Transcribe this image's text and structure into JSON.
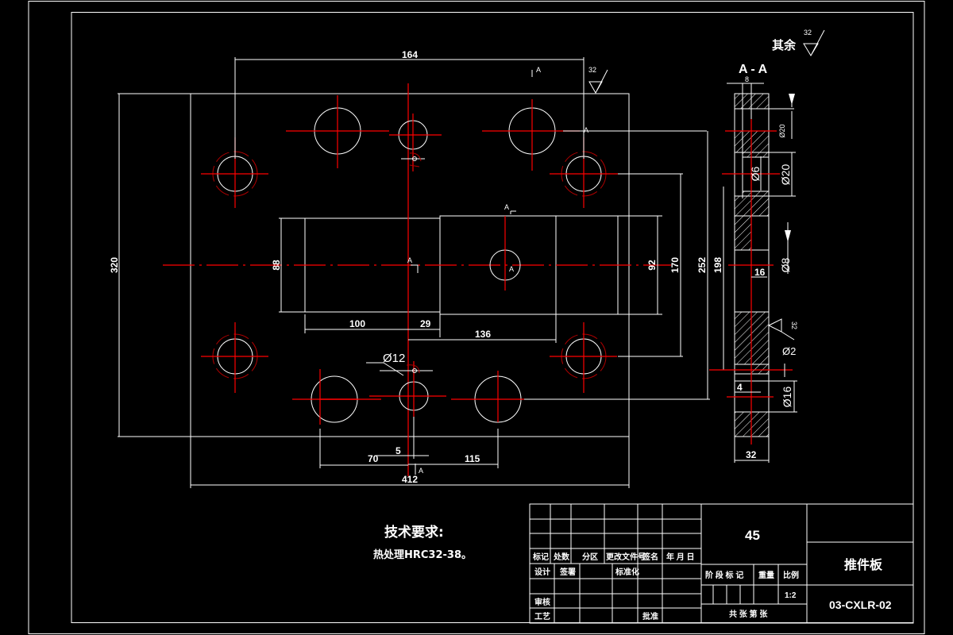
{
  "drawing": {
    "part_name": "推件板",
    "drawing_number": "03-CXLR-02",
    "material": "45",
    "scale": "1:2",
    "surface_roughness_default_label": "其余",
    "surface_roughness_default_value": "32",
    "section_label": "A - A",
    "section_letter": "A",
    "section_hatch_label": "8"
  },
  "tech_requirements": {
    "title": "技术要求:",
    "line1": "热处理HRC32-38。"
  },
  "title_block": {
    "header_labels": [
      "标记",
      "处数",
      "分区",
      "更改文件号",
      "签名",
      "年 月 日"
    ],
    "row_design": [
      "设计",
      "签署",
      "",
      "标准化",
      "",
      ""
    ],
    "row_review": "审核",
    "row_process": "工艺",
    "approve": "批准",
    "stage_mark": "阶 段 标 记",
    "weight": "重量",
    "ratio": "比例",
    "sheets": "共 张 第 张"
  },
  "dimensions": {
    "top_width": "164",
    "overall_height": "320",
    "pocket_height_left": "88",
    "pocket_height_right": "92",
    "hole_span_170": "170",
    "hole_span_252": "252",
    "hole_span_198": "198",
    "pocket_left_width": "100",
    "offset_29": "29",
    "pocket_right_width": "136",
    "hole_dia_12": "Ø12",
    "offset_5": "5",
    "left_70": "70",
    "right_115": "115",
    "overall_width": "412",
    "section_dia_20a": "Ø20",
    "section_dia_20b": "Ø20",
    "section_dia_6": "Ø6",
    "section_dia_8": "Ø8",
    "section_16": "16",
    "section_dia_2": "Ø2",
    "section_4": "4",
    "section_dia_16": "Ø16",
    "section_thickness": "32",
    "roughness_32": "32"
  }
}
